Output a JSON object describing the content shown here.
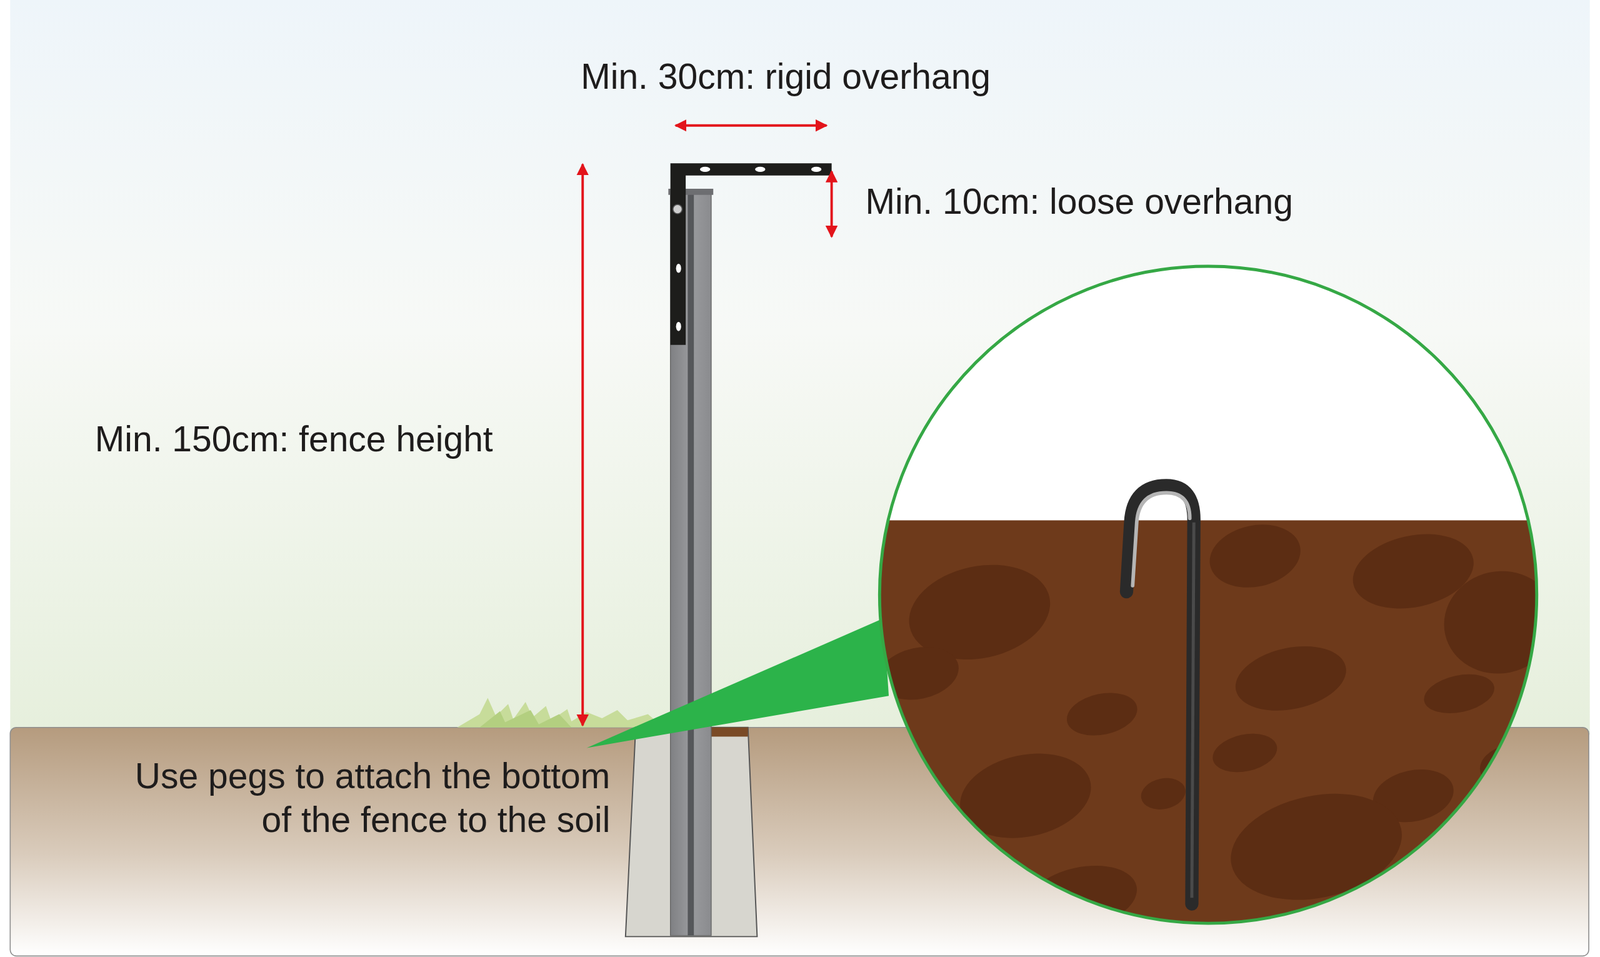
{
  "diagram": {
    "labels": [
      "Min. 30cm: rigid overhang",
      "Min. 10cm: loose overhang",
      "Min. 150cm: fence height",
      "Use pegs to attach the bottom of the fence to the soil"
    ]
  }
}
